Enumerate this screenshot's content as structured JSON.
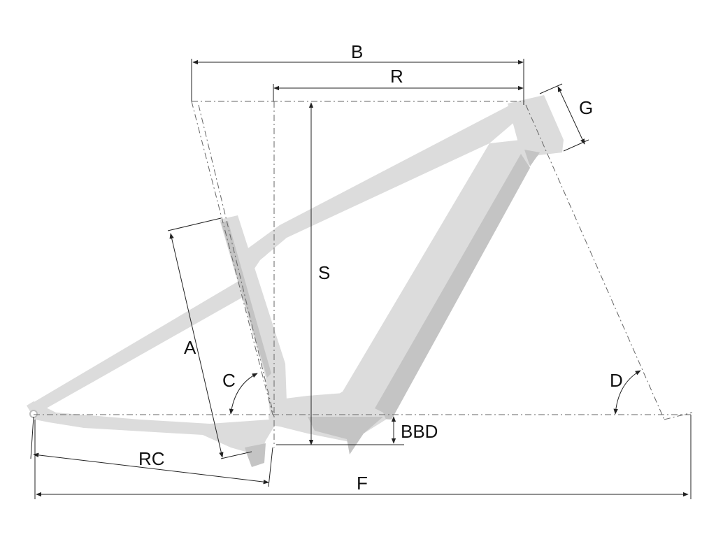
{
  "diagram": {
    "labels": {
      "B": "B",
      "R": "R",
      "G": "G",
      "S": "S",
      "A": "A",
      "C": "C",
      "D": "D",
      "BBD": "BBD",
      "RC": "RC",
      "F": "F"
    },
    "colors": {
      "frame": "#dcdcdc",
      "frame_shade": "#c4c4c4",
      "lines": "#222222",
      "guides": "#666666"
    }
  }
}
